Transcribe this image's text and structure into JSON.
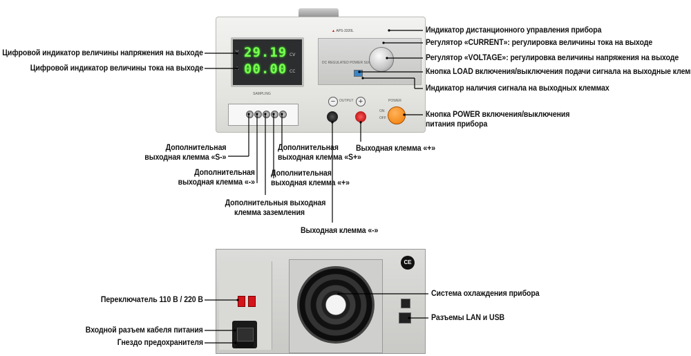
{
  "front_panel": {
    "voltage_reading": "29.19",
    "current_reading": "00.00",
    "voltage_unit": "V",
    "current_unit": "A",
    "cv_label": "CV",
    "cc_label": "CC",
    "brand": "APS-3320L",
    "panel_title": "DC REGULATED POWER SUPPLY",
    "sampling_label": "SAMPLING",
    "output_label": "OUTPUT",
    "power_label": "POWER",
    "on_label": "ON",
    "off_label": "OFF"
  },
  "callouts_front": {
    "remote_indicator": "Индикатор дистанционного управления прибора",
    "current_knob": "Регулятор «CURRENT»: регулировка величины тока на выходе",
    "voltage_knob": "Регулятор «VOLTAGE»: регулировка величины напряжения на выходе",
    "load_button": "Кнопка LOAD включения/выключения подачи сигнала на выходные клеммы",
    "output_signal_indicator": "Индикатор наличия сигнала на выходных клеммах",
    "power_button_line1": "Кнопка POWER включения/выключения",
    "power_button_line2": "питания прибора",
    "voltage_display": "Цифровой индикатор величины напряжения на выходе",
    "current_display": "Цифровой индикатор величины тока на выходе",
    "s_minus_line1": "Дополнительная",
    "s_minus_line2": "выходная клемма «S-»",
    "minus_aux_line1": "Дополнительная",
    "minus_aux_line2": "выходная клемма «-»",
    "ground_line1": "Дополнительныя выходная",
    "ground_line2": "клемма заземления",
    "s_plus_line1": "Дополнительная",
    "s_plus_line2": "выходная клемма «S+»",
    "plus_aux_line1": "Дополнительная",
    "plus_aux_line2": "выходная клемма «+»",
    "plus_output": "Выходная клемма «+»",
    "minus_output": "Выходная клемма «-»"
  },
  "callouts_rear": {
    "voltage_switch": "Переключатель 110 В / 220 В",
    "power_connector": "Входной разъем кабеля питания",
    "fuse_holder": "Гнездо предохранителя",
    "cooling_system": "Система охлаждения прибора",
    "lan_usb": "Разъемы LAN и USB"
  },
  "rear_panel": {
    "ce_mark": "CE"
  }
}
